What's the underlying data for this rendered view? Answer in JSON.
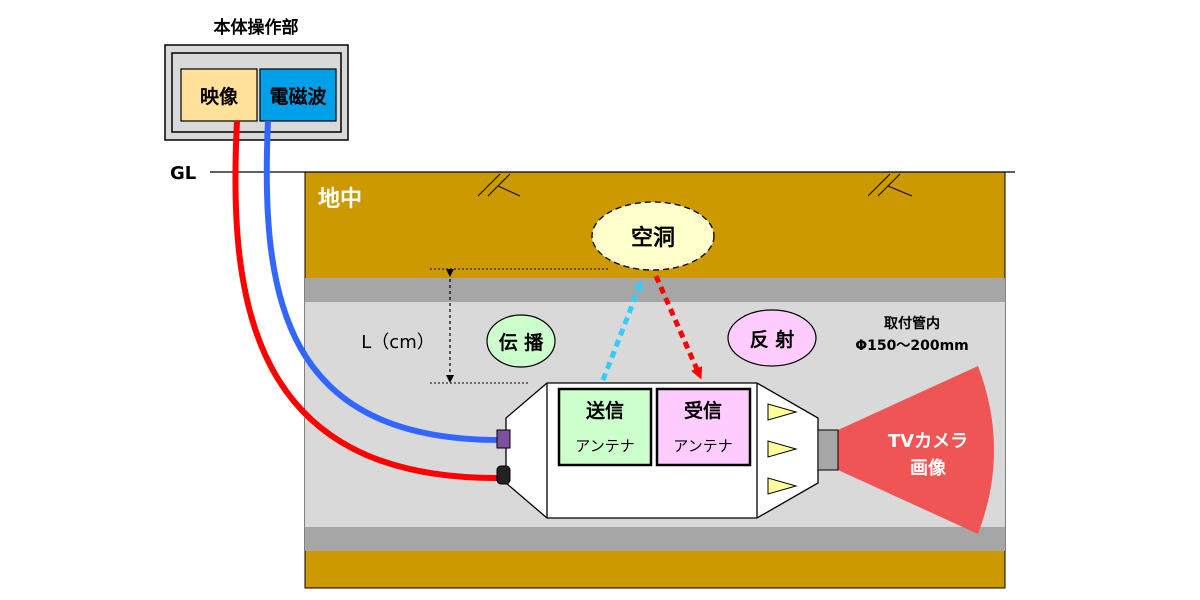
{
  "panel": {
    "title": "本体操作部",
    "btn_video": "映像",
    "btn_em": "電磁波"
  },
  "labels": {
    "gl": "GL",
    "underground": "地中",
    "cavity": "空洞",
    "propagation": "伝 播",
    "reflection": "反 射",
    "distance": "L（cm）",
    "pipe_line1": "取付管内",
    "pipe_line2": "Φ150〜200mm"
  },
  "device": {
    "tx_title": "送信",
    "tx_sub": "アンテナ",
    "rx_title": "受信",
    "rx_sub": "アンテナ"
  },
  "camera": {
    "line1": "TVカメラ",
    "line2": "画像"
  },
  "colors": {
    "soil": "#cc9900",
    "pipe_band": "#a6a6a6",
    "pipe_inside": "#d9d9d9",
    "cable_red": "#ff0000",
    "cable_blue": "#3366ff",
    "bubble_green": "#ccffcc",
    "bubble_pink": "#ffccff",
    "cavity_fill": "#ffffcc",
    "tx_fill": "#ccffcc",
    "rx_fill": "#ffccff",
    "btn_video": "#ffe199",
    "btn_em": "#00a0e9",
    "camera_cone": "#f05555",
    "arrow_up": "#33ccff",
    "arrow_down": "#ff0000"
  }
}
